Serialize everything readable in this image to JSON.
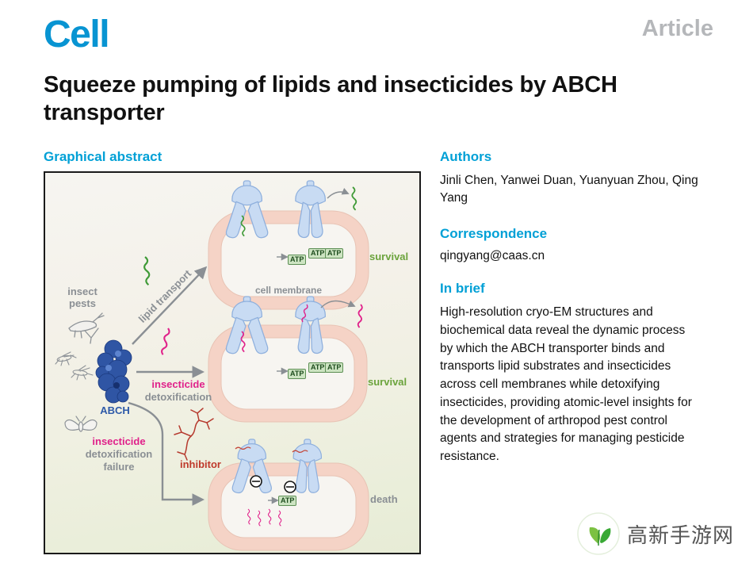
{
  "header": {
    "journal_logo": "Cell",
    "article_type": "Article"
  },
  "title": "Squeeze pumping of lipids and insecticides by ABCH transporter",
  "abstract": {
    "heading": "Graphical abstract",
    "insect_pests_line1": "insect",
    "insect_pests_line2": "pests",
    "abch_label": "ABCH",
    "lipid_arrow_label": "lipid transport",
    "detox_label_line1": "insecticide",
    "detox_label_line2": "detoxification",
    "failure_label_line1": "insecticide",
    "failure_label_line2": "detoxification",
    "failure_label_line3": "failure",
    "inhibitor_label": "inhibitor",
    "cell_membrane_label": "cell membrane",
    "atp_label": "ATP",
    "survival_label_top": "survival",
    "survival_label_middle": "survival",
    "death_label": "death"
  },
  "info": {
    "authors_heading": "Authors",
    "authors": "Jinli Chen, Yanwei Duan, Yuanyuan Zhou, Qing Yang",
    "correspondence_heading": "Correspondence",
    "correspondence_email": "qingyang@caas.cn",
    "in_brief_heading": "In brief",
    "in_brief_text": "High-resolution cryo-EM structures and biochemical data reveal the dynamic process by which the ABCH transporter binds and transports lipid substrates and insecticides across cell membranes while detoxifying insecticides, providing atomic-level insights for the development of arthropod pest control agents and strategies for managing pesticide resistance."
  },
  "watermark": {
    "text": "高新手游网"
  },
  "colors": {
    "accent_cyan": "#00a0d6",
    "article_gray": "#b5b7ba",
    "survival_green": "#6ba33c",
    "insecticide_magenta": "#e0218a",
    "inhibitor_red": "#bf3a2b",
    "abch_blue": "#2d59a8",
    "membrane_pink": "#f5d3c6"
  }
}
